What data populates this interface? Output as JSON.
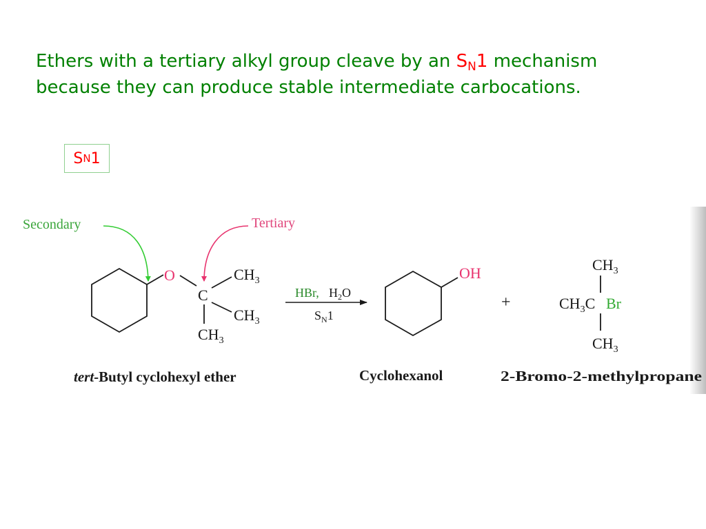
{
  "headline": {
    "part1": "Ethers with a tertiary alkyl group cleave by an ",
    "sn_s": "S",
    "sn_n": "N",
    "sn_1": "1",
    "part2": " mechanism",
    "line2": "because they can produce stable intermediate carbocations."
  },
  "badge": {
    "s": "S",
    "n": "N",
    "one": "1"
  },
  "reaction": {
    "label_secondary": "Secondary",
    "label_tertiary": "Tertiary",
    "oxygen": "O",
    "central_carbon": "C",
    "methyl": "CH",
    "methyl_sub": "3",
    "reagent_hbr": "HBr,",
    "reagent_h": "H",
    "reagent_h_sub": "2",
    "reagent_o": "O",
    "cond_s": "S",
    "cond_n": "N",
    "cond_1": "1",
    "product_oh": "OH",
    "plus": "+",
    "ch3c": "CH",
    "ch3c_sub": "3",
    "ch3c_c": "C",
    "bromine": "Br",
    "name_reactant_italic": "tert",
    "name_reactant_rest": "-Butyl cyclohexyl ether",
    "name_product1": "Cyclohexanol",
    "name_product2": "2-Bromo-2-methylpropane"
  },
  "colors": {
    "headline": "#008000",
    "accent_red": "#ff0000",
    "secondary_label": "#3aa53a",
    "secondary_arrow": "#33cc33",
    "tertiary_label": "#e0457b",
    "tertiary_arrow": "#e8336e",
    "heteroatom": "#e8336e",
    "bromine": "#33aa33",
    "reagent": "#2a8a2a",
    "ink": "#1a1a1a"
  }
}
